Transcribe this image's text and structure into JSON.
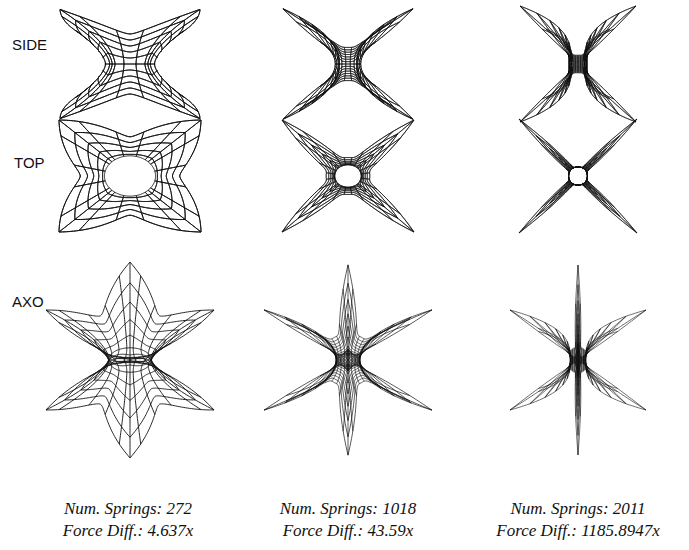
{
  "diagram": {
    "labels": [
      "SIDE",
      "TOP",
      "AXO",
      "Num. Springs: 272",
      "Force Diff.: 4.637x",
      "Num. Springs: 1018",
      "Force Diff.: 43.59x",
      "Num. Springs: 2011",
      "Force Diff.: 1185.8947x"
    ]
  }
}
